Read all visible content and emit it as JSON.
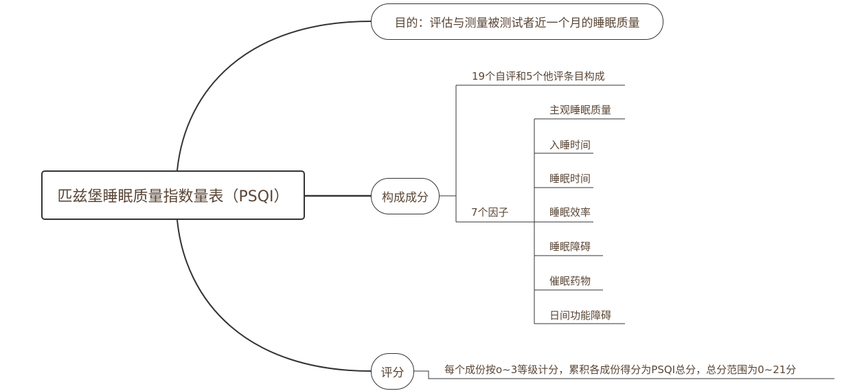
{
  "root": {
    "label": "匹兹堡睡眠质量指数量表（PSQI）"
  },
  "branches": {
    "goal": {
      "label": "目的：评估与测量被测试者近一个月的睡眠质量"
    },
    "composition": {
      "label": "构成成分",
      "items_note": "19个自评和5个他评条目构成",
      "factors_label": "7个因子",
      "factors": [
        "主观睡眠质量",
        "入睡时间",
        "睡眠时间",
        "睡眠效率",
        "睡眠障碍",
        "催眠药物",
        "日间功能障碍"
      ]
    },
    "scoring": {
      "label": "评分",
      "detail": "每个成份按o~3等级计分，累积各成份得分为PSQI总分，总分范围为0~21分"
    }
  },
  "colors": {
    "line": "#333333",
    "text": "#5a4636",
    "background": "#ffffff"
  }
}
